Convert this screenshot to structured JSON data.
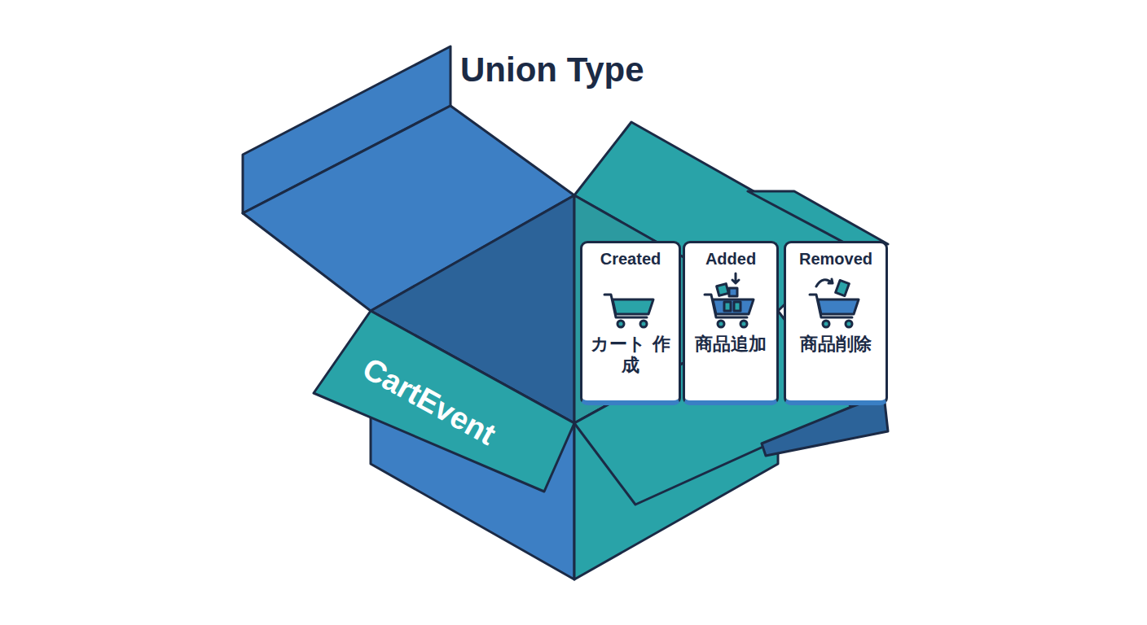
{
  "diagram": {
    "title": "Union Type",
    "nodes": [
      {
        "text": [
          "CartEvent"
        ]
      },
      {
        "text": [
          "Created",
          "カート 作成"
        ],
        "in": 0
      },
      {
        "text": [
          "Added",
          "商品追加"
        ],
        "in": 0
      },
      {
        "text": [
          "Removed",
          "商品削除"
        ],
        "in": 0
      }
    ]
  }
}
